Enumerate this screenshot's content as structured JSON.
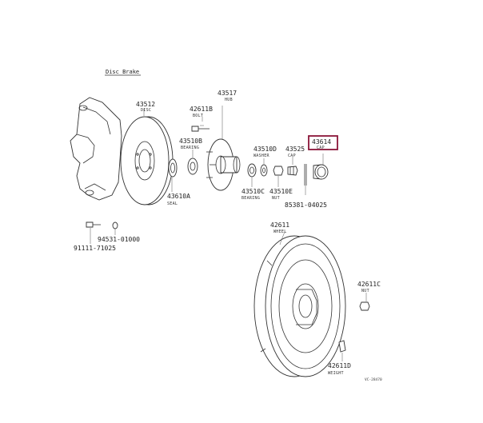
{
  "section_title": "Disc Brake",
  "parts": {
    "disc": {
      "number": "43512",
      "name": "DISC"
    },
    "hub": {
      "number": "43517",
      "name": "HUB"
    },
    "bolt": {
      "number": "42611B",
      "name": "BOLT"
    },
    "bearing_in": {
      "number": "43510B",
      "name": "BEARING"
    },
    "seal": {
      "number": "43610A",
      "name": "SEAL"
    },
    "washer": {
      "number": "43510D",
      "name": "WASHER"
    },
    "bearing_out": {
      "number": "43510C",
      "name": "BEARING"
    },
    "cap_small": {
      "number": "43525",
      "name": "CAP"
    },
    "nut_hub": {
      "number": "43510E",
      "name": "NUT"
    },
    "cap": {
      "number": "43614",
      "name": "CAP"
    },
    "cotter_pin": {
      "number": "85381-04025",
      "name": ""
    },
    "bolt_a": {
      "number": "94531-01000",
      "name": ""
    },
    "bolt_b": {
      "number": "91111-71025",
      "name": ""
    },
    "wheel": {
      "number": "42611",
      "name": "WHEEL"
    },
    "nut_wheel": {
      "number": "42611C",
      "name": "NUT"
    },
    "weight": {
      "number": "42611D",
      "name": "WEIGHT"
    }
  },
  "highlight_color": "#8a1538",
  "figure_ref": "VC-28470"
}
